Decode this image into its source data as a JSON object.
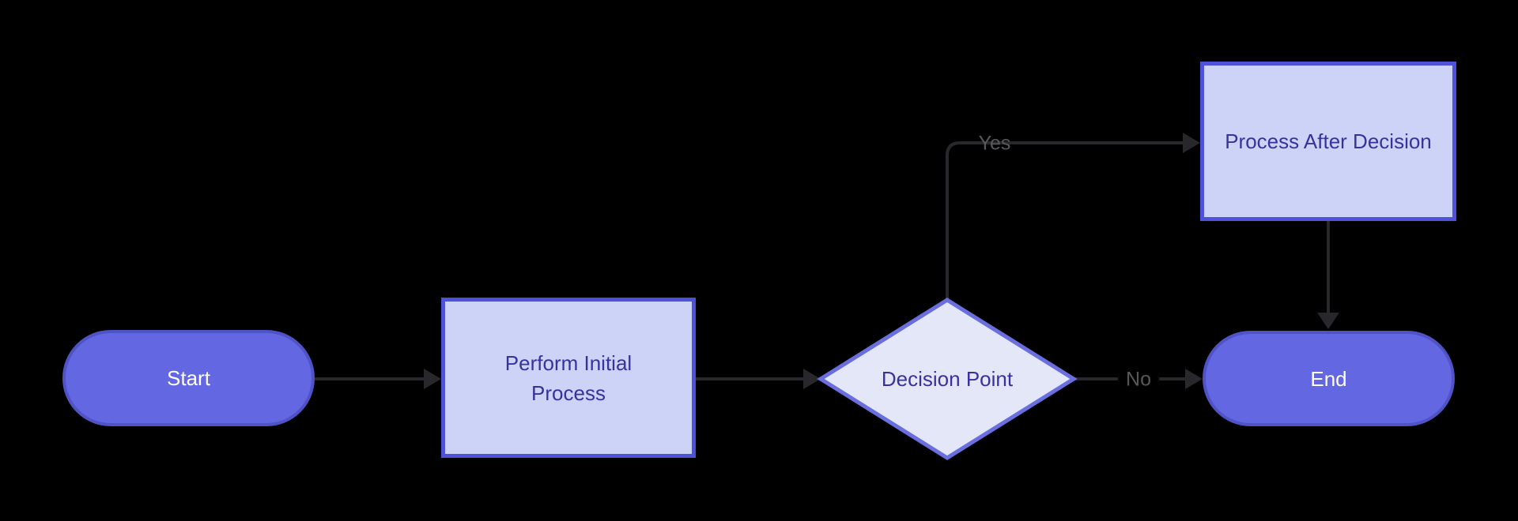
{
  "diagram_type": "flowchart",
  "nodes": {
    "start": {
      "label": "Start",
      "shape": "stadium"
    },
    "initial_process": {
      "label": "Perform Initial Process",
      "shape": "rectangle"
    },
    "decision": {
      "label": "Decision Point",
      "shape": "diamond"
    },
    "after_decision": {
      "label": "Process After Decision",
      "shape": "rectangle"
    },
    "end": {
      "label": "End",
      "shape": "stadium"
    }
  },
  "edges": [
    {
      "from": "start",
      "to": "initial_process",
      "label": ""
    },
    {
      "from": "initial_process",
      "to": "decision",
      "label": ""
    },
    {
      "from": "decision",
      "to": "after_decision",
      "label": "Yes"
    },
    {
      "from": "decision",
      "to": "end",
      "label": "No"
    },
    {
      "from": "after_decision",
      "to": "end",
      "label": ""
    }
  ],
  "theme": {
    "background": "#000000",
    "stadium_fill": "#6467e2",
    "stadium_border": "#5053c6",
    "stadium_text": "#ffffff",
    "rect_fill": "#ccd3f6",
    "rect_border": "#4e52d9",
    "diamond_fill": "#e4e7f8",
    "diamond_border": "#6a6fe0",
    "node_text": "#37329f",
    "edge_line": "#28282c",
    "edge_label_text": "#58585c"
  }
}
